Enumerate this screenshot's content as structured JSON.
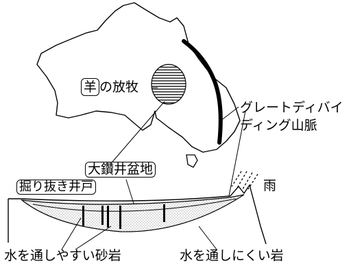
{
  "labels": {
    "sheep_box": "羊",
    "sheep_suffix": "の放牧",
    "range_line1": "グレートディバイ",
    "range_line2": "ディング山脈",
    "basin": "大鑽井盆地",
    "well": "掘り抜き井戸",
    "rain": "雨",
    "permeable": "水を通しやすい砂岩",
    "impermeable": "水を通しにくい岩"
  },
  "colors": {
    "ink": "#000000",
    "background": "#ffffff",
    "sand_fill": "#e6e6e6"
  }
}
